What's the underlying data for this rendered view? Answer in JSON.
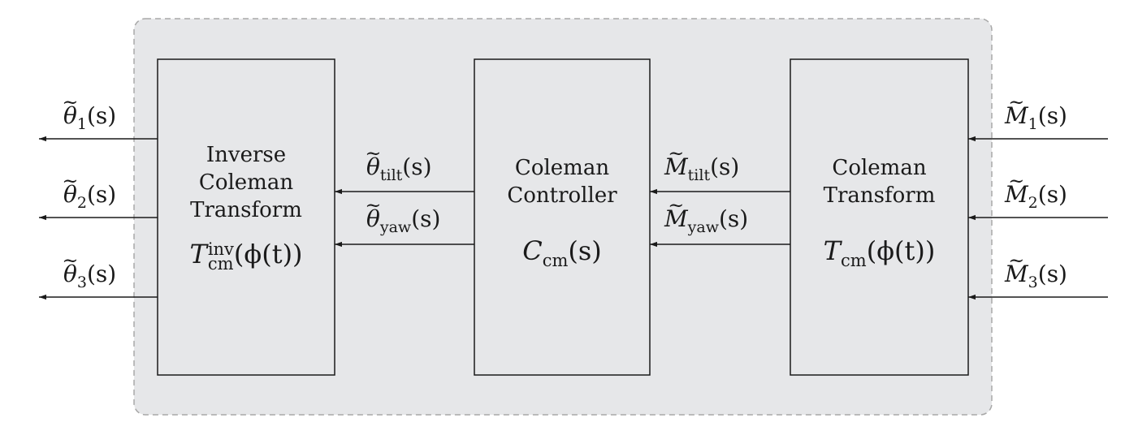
{
  "blocks": {
    "inverse": {
      "lines": [
        "Inverse",
        "Coleman",
        "Transform"
      ],
      "formula": {
        "sym": "T",
        "sub": "cm",
        "sup": "inv",
        "arg": "(ϕ(t))"
      }
    },
    "controller": {
      "lines": [
        "Coleman",
        "Controller"
      ],
      "formula": {
        "sym": "C",
        "sub": "cm",
        "arg": "(s)"
      }
    },
    "transform": {
      "lines": [
        "Coleman",
        "Transform"
      ],
      "formula": {
        "sym": "T",
        "sub": "cm",
        "arg": "(ϕ(t))"
      }
    }
  },
  "signals": {
    "theta1": {
      "sym": "θ",
      "sub": "1",
      "arg": "(s)"
    },
    "theta2": {
      "sym": "θ",
      "sub": "2",
      "arg": "(s)"
    },
    "theta3": {
      "sym": "θ",
      "sub": "3",
      "arg": "(s)"
    },
    "theta_tilt": {
      "sym": "θ",
      "sub": "tilt",
      "arg": "(s)"
    },
    "theta_yaw": {
      "sym": "θ",
      "sub": "yaw",
      "arg": "(s)"
    },
    "m_tilt": {
      "sym": "M",
      "sub": "tilt",
      "arg": "(s)"
    },
    "m_yaw": {
      "sym": "M",
      "sub": "yaw",
      "arg": "(s)"
    },
    "m1": {
      "sym": "M",
      "sub": "1",
      "arg": "(s)"
    },
    "m2": {
      "sym": "M",
      "sub": "2",
      "arg": "(s)"
    },
    "m3": {
      "sym": "M",
      "sub": "3",
      "arg": "(s)"
    }
  },
  "colors": {
    "container_fill": "#e6e7e9",
    "container_border": "#a8a8a8",
    "block_fill": "#e6e7e9",
    "stroke": "#1a1a1a"
  }
}
